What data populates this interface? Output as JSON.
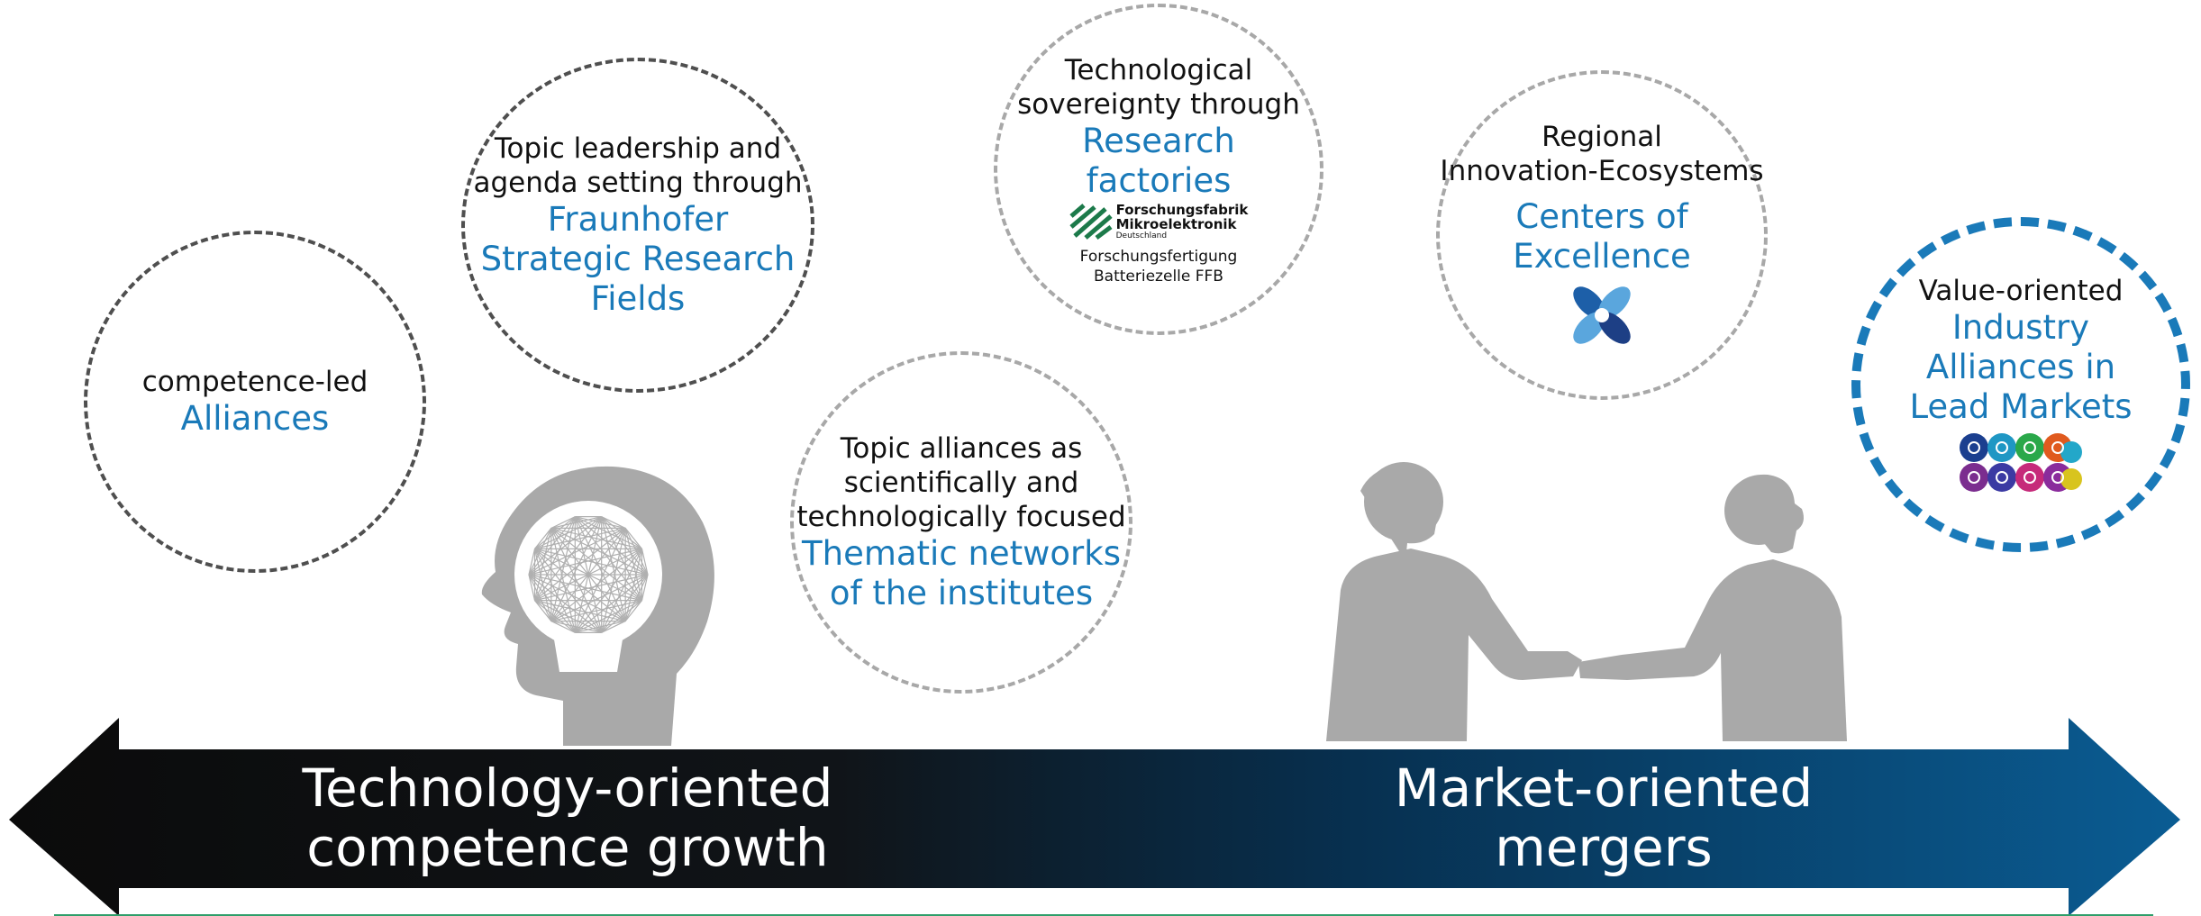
{
  "circles": {
    "competence_led": {
      "line1": "competence-led",
      "highlight": "Alliances"
    },
    "topic_leadership": {
      "line1": "Topic leadership and",
      "line2": "agenda setting through",
      "hl1": "Fraunhofer",
      "hl2": "Strategic Research",
      "hl3": "Fields"
    },
    "sovereignty": {
      "line1": "Technological",
      "line2": "sovereignty through",
      "hl1": "Research",
      "hl2": "factories",
      "logo_line1": "Forschungsfabrik",
      "logo_line2": "Mikroelektronik",
      "logo_line3": "Deutschland",
      "sub1": "Forschungsfertigung",
      "sub2": "Batteriezelle FFB"
    },
    "thematic": {
      "line1": "Topic alliances as",
      "line2": "scientifically and",
      "line3": "technologically focused",
      "hl1": "Thematic networks",
      "hl2": "of the institutes"
    },
    "regional": {
      "line1": "Regional",
      "line2": "Innovation-Ecosystems",
      "hl1": "Centers of",
      "hl2": "Excellence"
    },
    "value_oriented": {
      "line1": "Value-oriented",
      "hl1": "Industry",
      "hl2": "Alliances in",
      "hl3": "Lead Markets"
    }
  },
  "arrow": {
    "left_label_line1": "Technology-oriented",
    "left_label_line2": "competence growth",
    "right_label_line1": "Market-oriented",
    "right_label_line2": "mergers"
  },
  "colors": {
    "accent_blue": "#1a7ab9",
    "arrow_left": "#0b0b0b",
    "arrow_right": "#0a5c93",
    "silhouette": "#a9a9a9",
    "bottom_line": "#2e9e6a"
  }
}
